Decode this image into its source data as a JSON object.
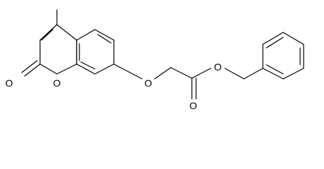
{
  "structure": {
    "atom_labels": [
      {
        "id": "carbonyl-o-coumarin",
        "symbol": "O"
      },
      {
        "id": "ring-o-coumarin",
        "symbol": "O"
      },
      {
        "id": "ether-o",
        "symbol": "O"
      },
      {
        "id": "ester-ring-o",
        "symbol": "O"
      },
      {
        "id": "ester-carbonyl-o",
        "symbol": "O"
      }
    ]
  }
}
